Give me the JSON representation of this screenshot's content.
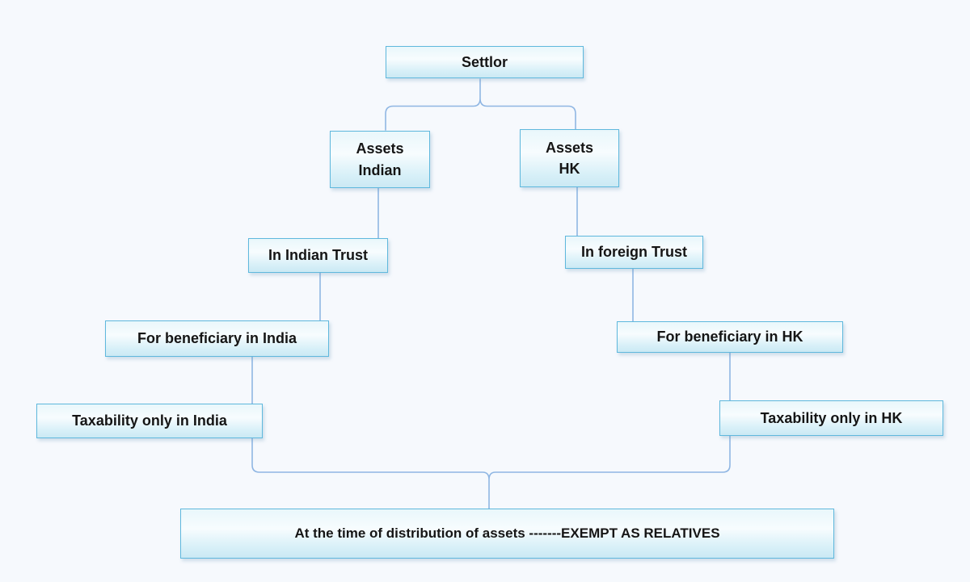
{
  "diagram": {
    "title": "Settlor trust asset taxability flowchart",
    "colors": {
      "background": "#f6f9fd",
      "box_border": "#5fb8dd",
      "box_fill_top": "#e9f7fb",
      "box_fill_bottom": "#cbe9f4",
      "connector": "#8fb6e3",
      "text": "#151515"
    },
    "nodes": {
      "settlor": {
        "label": "Settlor"
      },
      "assets_indian": {
        "label": "Assets\nIndian"
      },
      "assets_hk": {
        "label": "Assets\nHK"
      },
      "in_indian_trust": {
        "label": "In Indian Trust"
      },
      "in_foreign_trust": {
        "label": "In foreign Trust"
      },
      "for_beneficiary_india": {
        "label": "For beneficiary in India"
      },
      "for_beneficiary_hk": {
        "label": "For beneficiary in HK"
      },
      "taxability_india": {
        "label": "Taxability only in India"
      },
      "taxability_hk": {
        "label": "Taxability only in HK"
      },
      "distribution": {
        "label": "At the time of distribution of assets -------EXEMPT AS RELATIVES"
      }
    },
    "edges": [
      {
        "from": "settlor",
        "to": "assets_indian",
        "style": "brace"
      },
      {
        "from": "settlor",
        "to": "assets_hk",
        "style": "brace"
      },
      {
        "from": "assets_indian",
        "to": "in_indian_trust",
        "style": "line"
      },
      {
        "from": "in_indian_trust",
        "to": "for_beneficiary_india",
        "style": "line"
      },
      {
        "from": "for_beneficiary_india",
        "to": "taxability_india",
        "style": "line"
      },
      {
        "from": "assets_hk",
        "to": "in_foreign_trust",
        "style": "line"
      },
      {
        "from": "in_foreign_trust",
        "to": "for_beneficiary_hk",
        "style": "line"
      },
      {
        "from": "for_beneficiary_hk",
        "to": "taxability_hk",
        "style": "line"
      },
      {
        "from": "taxability_india",
        "to": "distribution",
        "style": "brace"
      },
      {
        "from": "taxability_hk",
        "to": "distribution",
        "style": "brace"
      }
    ]
  }
}
